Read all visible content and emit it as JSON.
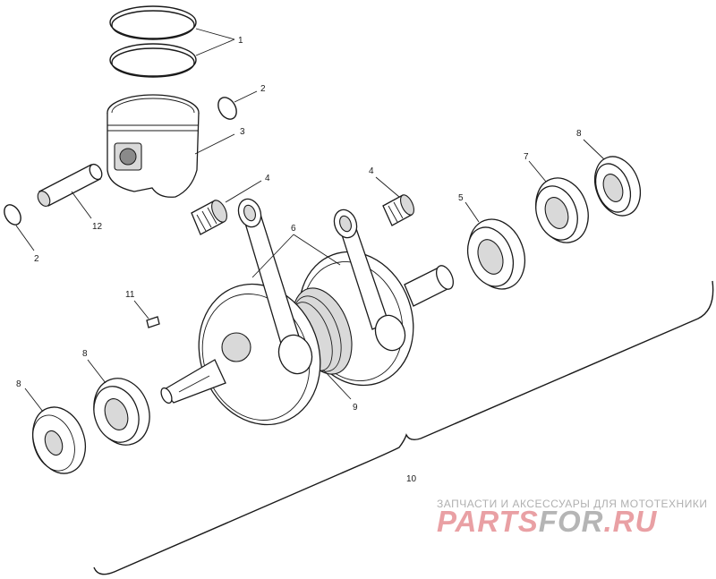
{
  "callouts": {
    "c1": "1",
    "c2a": "2",
    "c2b": "2",
    "c3": "3",
    "c4a": "4",
    "c4b": "4",
    "c5": "5",
    "c6": "6",
    "c7": "7",
    "c8a": "8",
    "c8b": "8",
    "c8c": "8",
    "c9": "9",
    "c10": "10",
    "c11": "11",
    "c12": "12"
  },
  "watermark": {
    "tagline": "ЗАПЧАСТИ И АКСЕССУАРЫ ДЛЯ МОТОТЕХНИКИ",
    "logo_part1": "PARTS",
    "logo_part2": "FOR",
    "logo_part3": ".RU",
    "colors": {
      "logo_red": "#e9a0a4",
      "logo_gray": "#b5b5b5",
      "tagline": "#b0b0b0"
    }
  }
}
